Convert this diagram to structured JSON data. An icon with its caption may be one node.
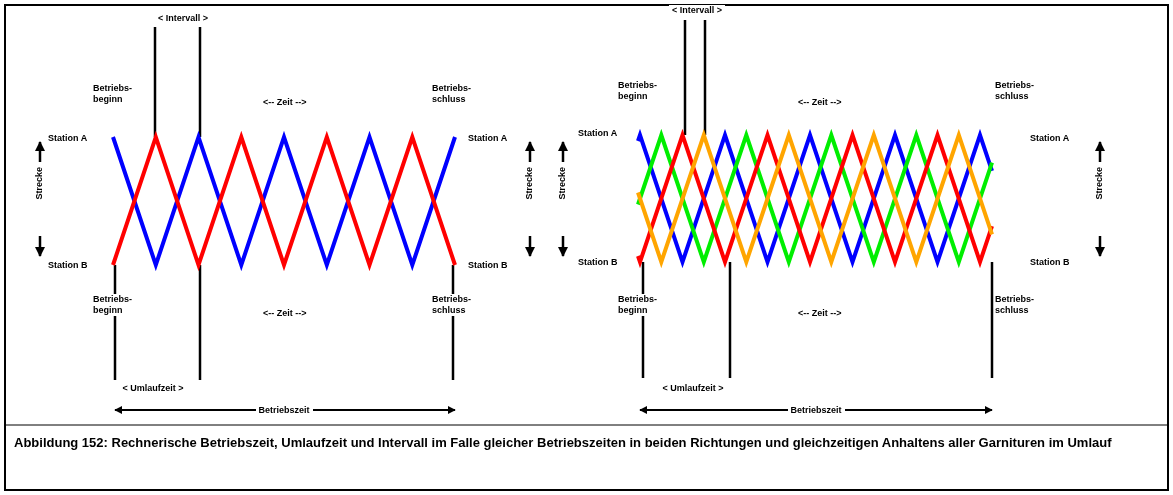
{
  "diagram": {
    "caption": "Abbildung 152: Rechnerische Betriebszeit, Umlaufzeit und Intervall im Falle gleicher Betriebszeiten in beiden Richtungen und gleichzeitigen Anhaltens aller Garnituren im Umlauf",
    "labels": [
      "< Intervall >",
      "Betriebs-beginn",
      "<-- Zeit -->",
      "Betriebs-schluss",
      "Station A",
      "Station A",
      "Strecke",
      "Strecke",
      "Station B",
      "Station B",
      "Betriebs-beginn",
      "<-- Zeit -->",
      "Betriebs-schluss",
      "< Umlaufzeit >",
      "Betriebszeit",
      "< Intervall >",
      "Betriebs-beginn",
      "<-- Zeit -->",
      "Betriebs-schluss",
      "Station A",
      "Station A",
      "Strecke",
      "Strecke",
      "Station B",
      "Station B",
      "Betriebs-beginn",
      "<-- Zeit -->",
      "Betriebs-schluss",
      "< Umlaufzeit >",
      "Betriebszeit"
    ]
  }
}
